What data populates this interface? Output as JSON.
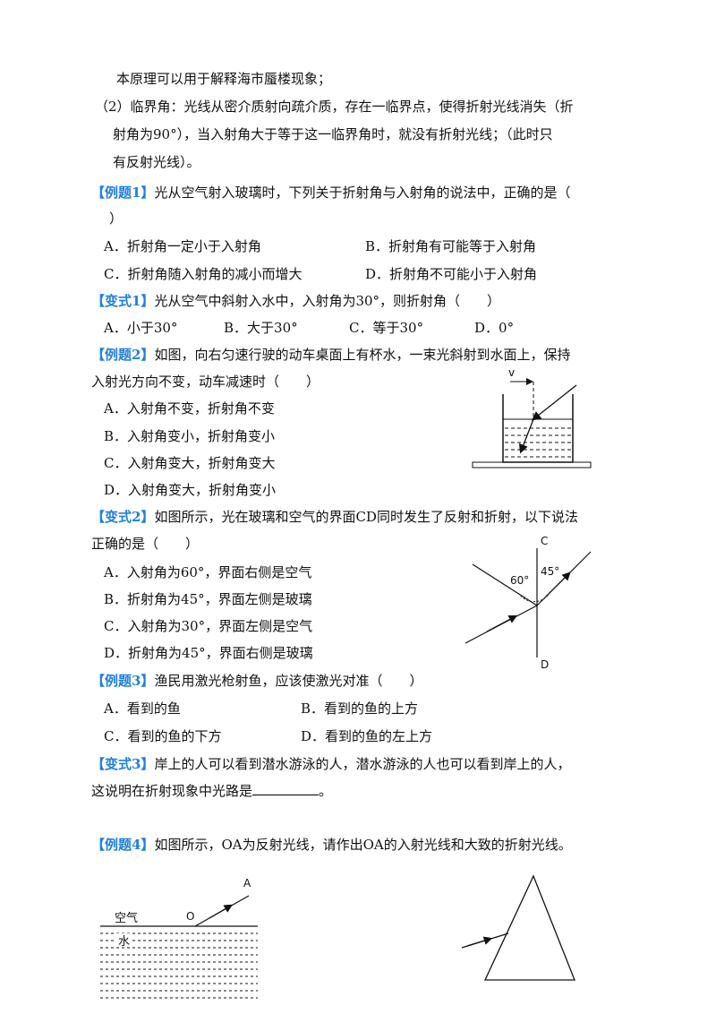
{
  "intro": {
    "line1": "本原理可以用于解释海市蜃楼现象；",
    "line2": "（2）临界角：光线从密介质射向疏介质，存在一临界点，使得折射光线消失（折",
    "line3": "射角为90°），当入射角大于等于这一临界角时，就没有折射光线；（此时只",
    "line4": "有反射光线）。"
  },
  "q1": {
    "tag": "【例题1】",
    "text1": "光从空气射入玻璃时，下列关于折射角与入射角的说法中，正确的是（",
    "text2": "）",
    "a": "A．折射角一定小于入射角",
    "b": "B．折射角有可能等于入射角",
    "c": "C．折射角随入射角的减小而增大",
    "d": "D．折射角不可能小于入射角"
  },
  "v1": {
    "tag": "【变式1】",
    "text": "光从空气中斜射入水中，入射角为30°，则折射角（　　）",
    "a": "A．小于30°",
    "b": "B．大于30°",
    "c": "C．等于30°",
    "d": "D．0°"
  },
  "q2": {
    "tag": "【例题2】",
    "text1": "如图，向右匀速行驶的动车桌面上有杯水，一束光斜射到水面上，保持",
    "text2": "入射光方向不变，动车减速时（　　）",
    "a": "A．入射角不变，折射角不变",
    "b": "B．入射角变小，折射角变小",
    "c": "C．入射角变大，折射角变大",
    "d": "D．入射角变大，折射角变小",
    "fig_v": "v"
  },
  "v2": {
    "tag": "【变式2】",
    "text1": "如图所示，光在玻璃和空气的界面CD同时发生了反射和折射，以下说法",
    "text2": "正确的是（　　）",
    "a": "A．入射角为60°，界面右侧是空气",
    "b": "B．折射角为45°，界面左侧是玻璃",
    "c": "C．入射角为30°，界面左侧是空气",
    "d": "D．折射角为45°，界面右侧是玻璃",
    "fig_c": "C",
    "fig_d": "D",
    "fig_60": "60°",
    "fig_45": "45°"
  },
  "q3": {
    "tag": "【例题3】",
    "text": "渔民用激光枪射鱼，应该使激光对准（　　）",
    "a": "A．看到的鱼",
    "b": "B．看到的鱼的上方",
    "c": "C．看到的鱼的下方",
    "d": "D．看到的鱼的左上方"
  },
  "v3": {
    "tag": "【变式3】",
    "text1": "岸上的人可以看到潜水游泳的人，潜水游泳的人也可以看到岸上的人，",
    "text2a": "这说明在折射现象中光路是",
    "text2b": "。"
  },
  "q4": {
    "tag": "【例题4】",
    "text": "如图所示，OA为反射光线，请作出OA的入射光线和大致的折射光线。",
    "fig_air": "空气",
    "fig_water": "水",
    "fig_o": "O",
    "fig_a": "A"
  }
}
